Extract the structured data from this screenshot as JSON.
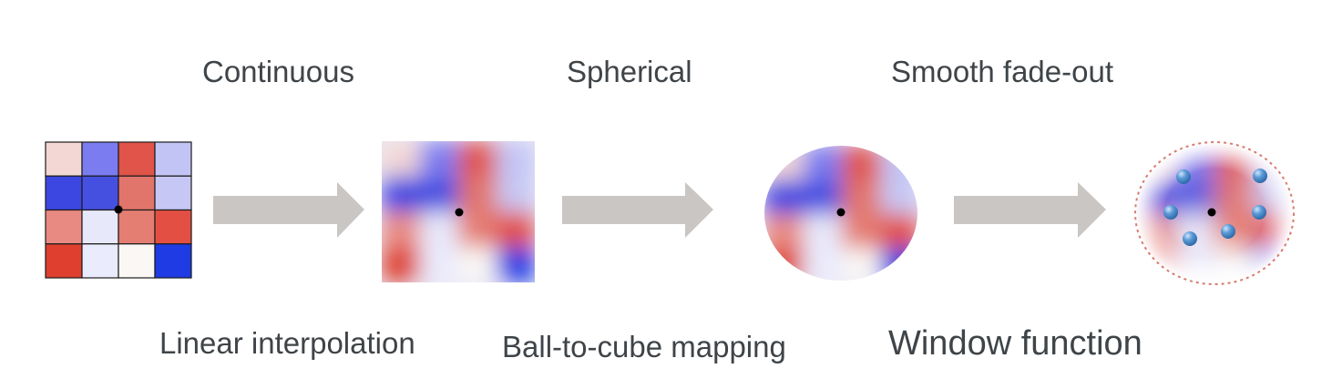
{
  "titles": {
    "continuous": "Continuous",
    "spherical": "Spherical",
    "fade": "Smooth fade-out"
  },
  "captions": {
    "interp": "Linear interpolation",
    "mapping": "Ball-to-cube mapping",
    "window": "Window function"
  },
  "grid": {
    "rows": 4,
    "cols": 4,
    "cells": [
      [
        "#f3d7d4",
        "#7a7cf0",
        "#e0544a",
        "#c3c4f6"
      ],
      [
        "#3c47e2",
        "#4650e0",
        "#e2756b",
        "#c6c7f4"
      ],
      [
        "#e98a82",
        "#e7e9fb",
        "#e47d72",
        "#e35043"
      ],
      [
        "#de3f2e",
        "#eaebfd",
        "#faf7f4",
        "#1f3be4"
      ]
    ]
  },
  "colors": {
    "arrow": "#c9c6c4",
    "text": "#3f4448",
    "gridline": "#1c1c1c",
    "dot": "#000000",
    "dashed_circle": "#d77c6d",
    "sphere": "#4f8fd0"
  }
}
